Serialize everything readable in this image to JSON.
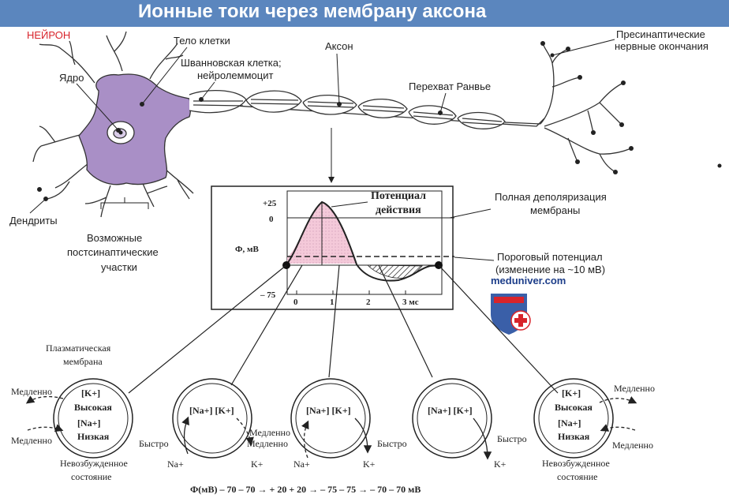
{
  "title": "Ионные токи через мембрану аксона",
  "colors": {
    "banner": "#5b86be",
    "cell_body": "#a98fc6",
    "logo_red": "#d8242b",
    "logo_blue": "#3a5fa8",
    "site_link": "#1d3e8a"
  },
  "labels": {
    "neuron": "НЕЙРОН",
    "cell_body": "Тело клетки",
    "nucleus": "Ядро",
    "schwann_1": "Шванновская клетка;",
    "schwann_2": "нейролеммоцит",
    "axon": "Аксон",
    "ranvier": "Перехват Ранвье",
    "presyn_1": "Пресинаптические",
    "presyn_2": "нервные окончания",
    "dendrites": "Дендриты",
    "postsyn_1": "Возможные",
    "postsyn_2": "постсинаптические",
    "postsyn_3": "участки"
  },
  "graph": {
    "ap_1": "Потенциал",
    "ap_2": "действия",
    "y_ticks": [
      "+25",
      "0",
      "– 75"
    ],
    "ylabel": "Ф, мВ",
    "x_ticks": [
      "0",
      "1",
      "2",
      "3 мс"
    ],
    "full_depol_1": "Полная деполяризация",
    "full_depol_2": "мембраны",
    "threshold_1": "Пороговый потенциал",
    "threshold_2": "(изменение на ~10 мВ)"
  },
  "site": "meduniver.com",
  "circles": {
    "membrane_1": "Плазматическая",
    "membrane_2": "мембрана",
    "k_plus": "[K+]",
    "na_plus": "[Na+]",
    "high": "Высокая",
    "low": "Низкая",
    "slowly": "Медленно",
    "quickly": "Быстро",
    "na_ion": "Na+",
    "k_ion": "K+",
    "na_k_pair": "[Na+] [K+]",
    "resting_1": "Невозбужденное",
    "resting_2": "состояние"
  },
  "formula": "Ф(мВ) – 70 – 70 → + 20 + 20 → – 75 – 75 → – 70 – 70 мВ"
}
